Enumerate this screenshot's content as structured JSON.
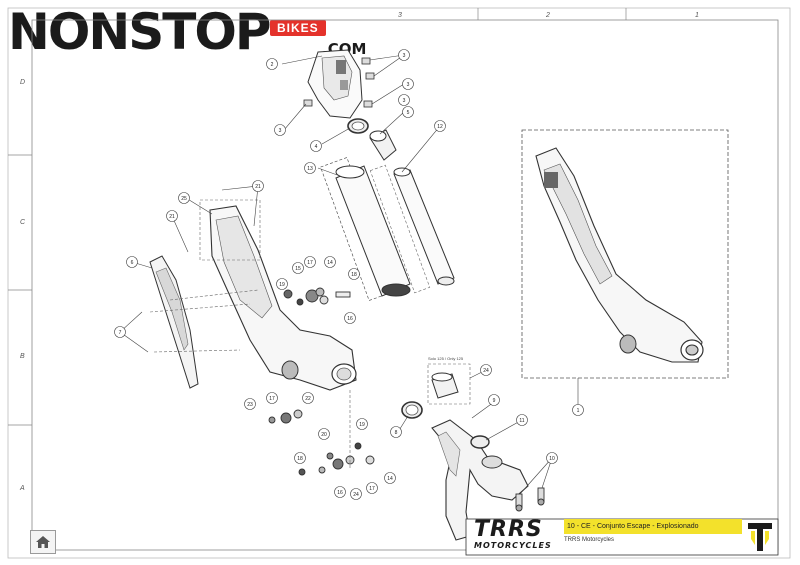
{
  "brand": {
    "logo_text": "NONSTOP",
    "logo_badge": "BIKES",
    "logo_domain": ".COM"
  },
  "frame": {
    "top_zones": [
      "3",
      "2",
      "1"
    ],
    "left_zones": [
      "D",
      "C",
      "B",
      "A"
    ]
  },
  "callouts": [
    "1",
    "2",
    "3",
    "3",
    "3",
    "3",
    "4",
    "5",
    "6",
    "7",
    "8",
    "9",
    "11",
    "12",
    "13",
    "14",
    "14",
    "15",
    "16",
    "16",
    "17",
    "17",
    "17",
    "18",
    "18",
    "19",
    "19",
    "20",
    "21",
    "21",
    "22",
    "23",
    "24",
    "24",
    "25"
  ],
  "note": "Solo 125 / Only 125",
  "title_block": {
    "trs_logo": "TRRS",
    "trs_sub": "MOTORCYCLES",
    "title": "10 - CE - Conjunto Escape - Explosionado",
    "subtitle": "TRRS Motorcycles"
  },
  "home_button": {
    "icon": "home-icon"
  }
}
